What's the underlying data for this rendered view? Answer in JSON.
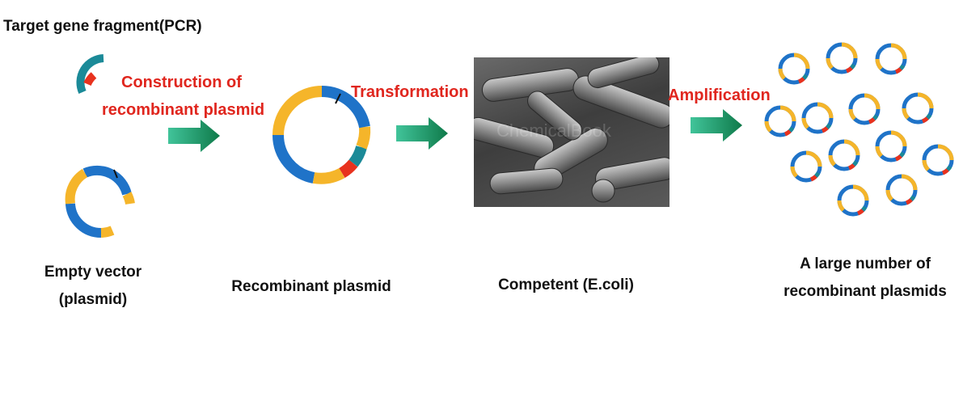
{
  "title": "Target gene fragment(PCR)",
  "steps": {
    "construction": "Construction of recombinant plasmid",
    "construction_line1": "Construction of",
    "construction_line2": "recombinant plasmid",
    "transformation": "Transformation",
    "amplification": "Amplification"
  },
  "labels": {
    "empty_vector_line1": "Empty vector",
    "empty_vector_line2": "(plasmid)",
    "recombinant_plasmid": "Recombinant plasmid",
    "competent": "Competent (E.coli)",
    "large_number_line1": "A large number of",
    "large_number_line2": "recombinant plasmids"
  },
  "watermark": "ChemicalBook",
  "colors": {
    "vector_blue": "#1f73c8",
    "vector_yellow": "#f5b52a",
    "gene_teal": "#1b8a98",
    "gene_red": "#e8321e",
    "step_red": "#e0261e",
    "arrow_green_dark": "#0f7a4a",
    "arrow_green_light": "#41c49a"
  },
  "icons": {
    "arrow": "green-block-arrow-icon",
    "plasmid": "plasmid-ring-icon",
    "bacteria": "e-coli-micrograph"
  }
}
